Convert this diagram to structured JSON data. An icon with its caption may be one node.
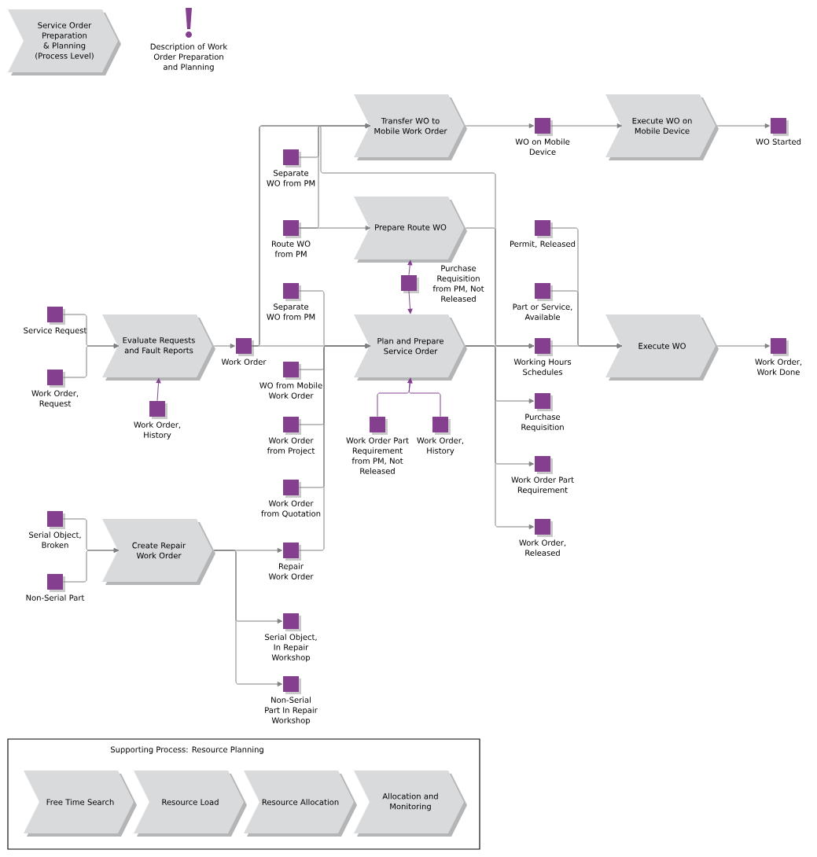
{
  "diagram": {
    "nodes": [
      {
        "text": [
          "Service Order Preparation & Planning (Process Level)"
        ]
      },
      {
        "text": [
          "Description of Work Order Preparation and Planning"
        ]
      },
      {
        "text": [
          "Transfer WO to Mobile Work Order"
        ]
      },
      {
        "text": [
          "WO on Mobile Device"
        ]
      },
      {
        "text": [
          "Execute WO on Mobile Device"
        ]
      },
      {
        "text": [
          "WO Started"
        ]
      },
      {
        "text": [
          "Separate WO from PM"
        ]
      },
      {
        "text": [
          "Route WO from PM"
        ]
      },
      {
        "text": [
          "Prepare Route WO"
        ]
      },
      {
        "text": [
          "Permit, Released"
        ]
      },
      {
        "text": [
          "Purchase Requisition from PM, Not Released"
        ]
      },
      {
        "text": [
          "Separate WO from PM"
        ]
      },
      {
        "text": [
          "Part or Service, Available"
        ]
      },
      {
        "text": [
          "Service Request"
        ]
      },
      {
        "text": [
          "Evaluate Requests and Fault Reports"
        ]
      },
      {
        "text": [
          "Work Order"
        ]
      },
      {
        "text": [
          "Plan and Prepare Service Order"
        ]
      },
      {
        "text": [
          "Working Hours Schedules"
        ]
      },
      {
        "text": [
          "Execute WO"
        ]
      },
      {
        "text": [
          "Work Order, Work Done"
        ]
      },
      {
        "text": [
          "WO from Mobile Work Order"
        ]
      },
      {
        "text": [
          "Work Order, Request"
        ]
      },
      {
        "text": [
          "Work Order, History"
        ]
      },
      {
        "text": [
          "Work Order Part Requirement from PM, Not Released"
        ]
      },
      {
        "text": [
          "Work Order, History"
        ]
      },
      {
        "text": [
          "Work Order from Project"
        ]
      },
      {
        "text": [
          "Purchase Requisition"
        ]
      },
      {
        "text": [
          "Work Order Part Requirement"
        ]
      },
      {
        "text": [
          "Work Order from Quotation"
        ]
      },
      {
        "text": [
          "Serial Object, Broken"
        ]
      },
      {
        "text": [
          "Work Order, Released"
        ]
      },
      {
        "text": [
          "Create Repair Work Order"
        ]
      },
      {
        "text": [
          "Repair Work Order"
        ]
      },
      {
        "text": [
          "Non-Serial Part"
        ]
      },
      {
        "text": [
          "Serial Object, In Repair Workshop"
        ]
      },
      {
        "text": [
          "Non-Serial Part In Repair Workshop"
        ]
      },
      {
        "text": [
          "Supporting Process: Resource Planning"
        ]
      },
      {
        "text": [
          "Free Time Search"
        ],
        "in": 36
      },
      {
        "text": [
          "Resource Load"
        ],
        "in": 36
      },
      {
        "text": [
          "Resource Allocation"
        ],
        "in": 36
      },
      {
        "text": [
          "Allocation and Monitoring"
        ],
        "in": 36
      }
    ],
    "edges": [
      {
        "from": 13,
        "to": 14,
        "arrow": "to"
      },
      {
        "from": 21,
        "to": 14,
        "arrow": "to"
      },
      {
        "from": 22,
        "to": 14,
        "arrow": "to",
        "color": "#843f8f"
      },
      {
        "from": 14,
        "to": 15,
        "arrow": "to"
      },
      {
        "from": 15,
        "to": 2,
        "arrow": "to"
      },
      {
        "from": 15,
        "to": 16,
        "arrow": "to"
      },
      {
        "from": 6,
        "to": 2,
        "arrow": "to"
      },
      {
        "from": 7,
        "to": 2,
        "arrow": "to"
      },
      {
        "from": 7,
        "to": 8,
        "arrow": "to"
      },
      {
        "from": 15,
        "to": 17,
        "arrow": "to"
      },
      {
        "from": 8,
        "to": 17,
        "arrow": "to"
      },
      {
        "from": 10,
        "to": 8,
        "arrow": "to",
        "color": "#843f8f"
      },
      {
        "from": 10,
        "to": 16,
        "arrow": "to",
        "color": "#843f8f"
      },
      {
        "from": 11,
        "to": 16,
        "arrow": "to"
      },
      {
        "from": 20,
        "to": 16,
        "arrow": "to"
      },
      {
        "from": 25,
        "to": 16,
        "arrow": "to"
      },
      {
        "from": 28,
        "to": 16,
        "arrow": "to"
      },
      {
        "from": 32,
        "to": 16,
        "arrow": "to"
      },
      {
        "from": 23,
        "to": 16,
        "arrow": "to",
        "color": "#843f8f"
      },
      {
        "from": 24,
        "to": 16,
        "arrow": "to",
        "color": "#843f8f"
      },
      {
        "from": 16,
        "to": 17,
        "arrow": "to"
      },
      {
        "from": 16,
        "to": 26,
        "arrow": "to"
      },
      {
        "from": 16,
        "to": 27,
        "arrow": "to"
      },
      {
        "from": 16,
        "to": 30,
        "arrow": "to"
      },
      {
        "from": 17,
        "to": 18,
        "arrow": "to"
      },
      {
        "from": 9,
        "to": 18,
        "arrow": "to"
      },
      {
        "from": 12,
        "to": 18,
        "arrow": "to"
      },
      {
        "from": 18,
        "to": 19,
        "arrow": "to"
      },
      {
        "from": 2,
        "to": 3,
        "arrow": "to"
      },
      {
        "from": 3,
        "to": 4,
        "arrow": "to"
      },
      {
        "from": 4,
        "to": 5,
        "arrow": "to"
      },
      {
        "from": 29,
        "to": 31,
        "arrow": "to"
      },
      {
        "from": 33,
        "to": 31,
        "arrow": "to"
      },
      {
        "from": 31,
        "to": 32,
        "arrow": "to"
      },
      {
        "from": 31,
        "to": 34,
        "arrow": "to"
      },
      {
        "from": 31,
        "to": 35,
        "arrow": "to"
      }
    ]
  }
}
